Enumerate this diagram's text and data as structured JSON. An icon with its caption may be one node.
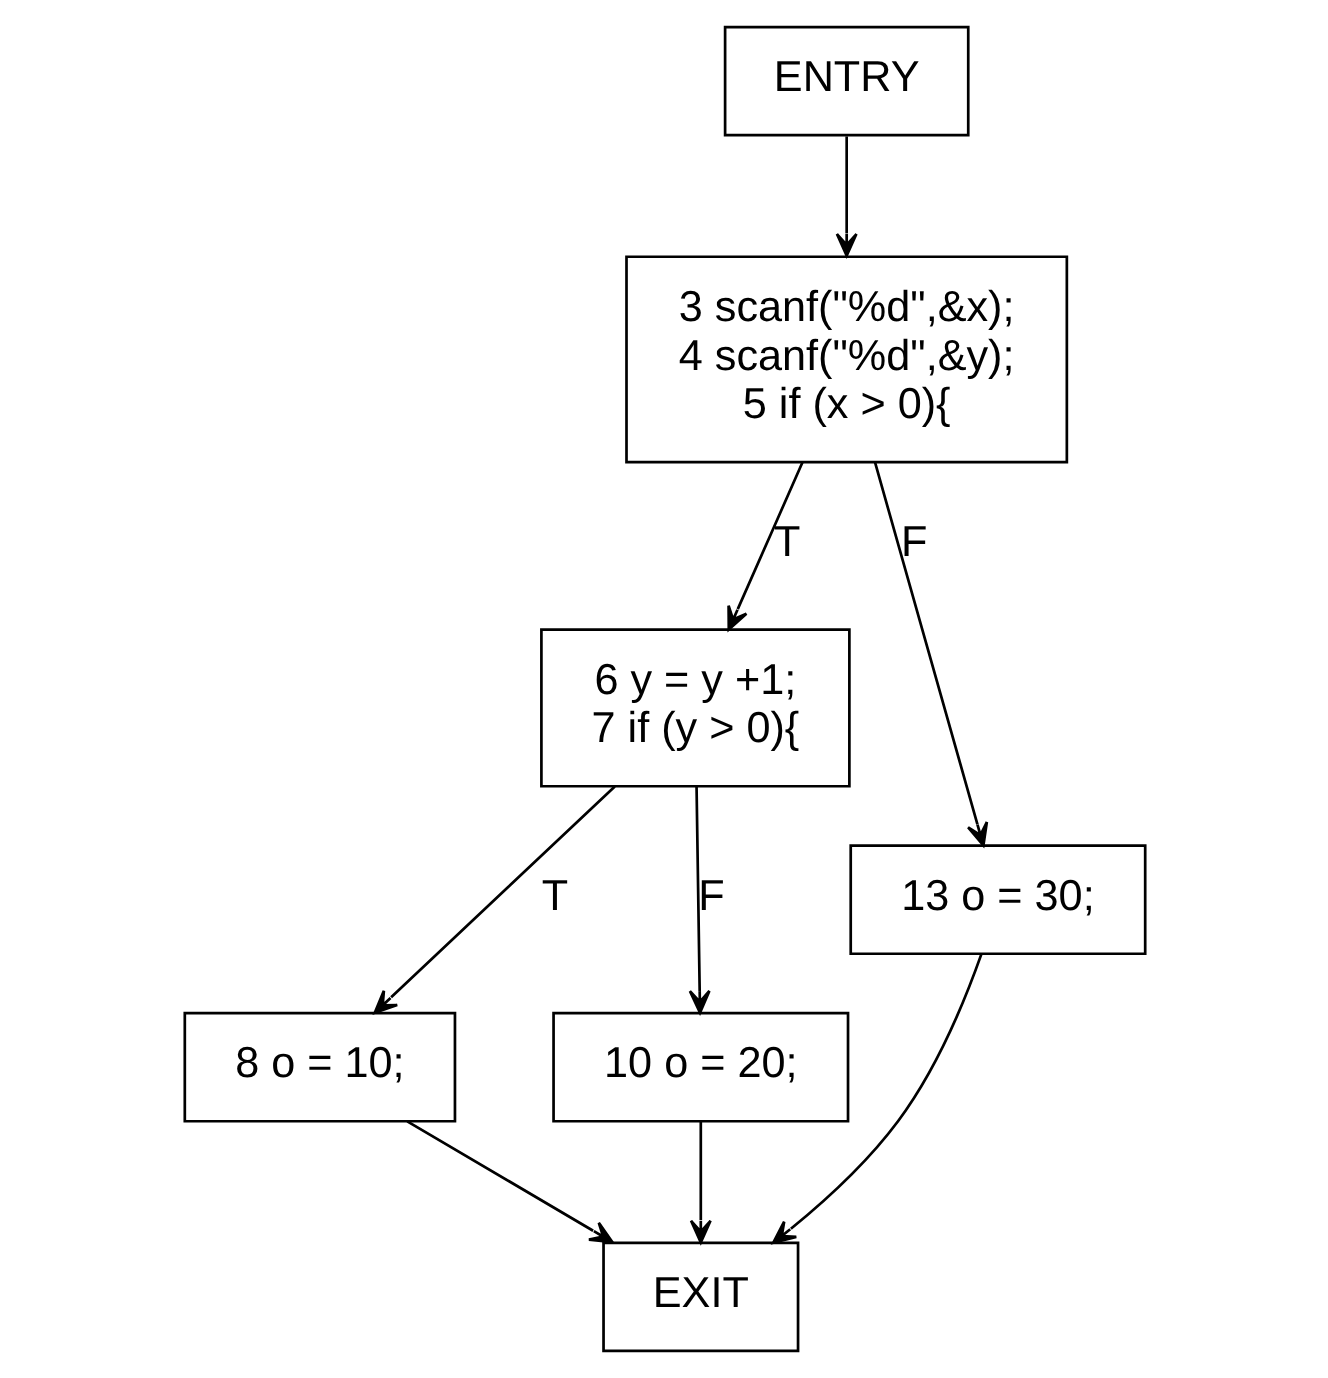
{
  "diagram": {
    "nodes": [
      {
        "text": [
          "ENTRY"
        ]
      },
      {
        "text": [
          "3 scanf(\"%d\",&x);",
          "4 scanf(\"%d\",&y);",
          "5 if (x > 0){"
        ]
      },
      {
        "text": [
          "6 y = y +1;",
          "7 if (y > 0){"
        ]
      },
      {
        "text": [
          "13 o = 30;"
        ]
      },
      {
        "text": [
          "8 o = 10;"
        ]
      },
      {
        "text": [
          "10 o = 20;"
        ]
      },
      {
        "text": [
          "EXIT"
        ]
      }
    ],
    "edges": [
      {
        "from": 0,
        "to": 1,
        "arrow": "to"
      },
      {
        "from": 1,
        "to": 2,
        "arrow": "to",
        "label": "T"
      },
      {
        "from": 1,
        "to": 3,
        "arrow": "to",
        "label": "F"
      },
      {
        "from": 2,
        "to": 4,
        "arrow": "to",
        "label": "T"
      },
      {
        "from": 2,
        "to": 5,
        "arrow": "to",
        "label": "F"
      },
      {
        "from": 4,
        "to": 6,
        "arrow": "to"
      },
      {
        "from": 5,
        "to": 6,
        "arrow": "to"
      },
      {
        "from": 3,
        "to": 6,
        "arrow": "to"
      }
    ]
  }
}
